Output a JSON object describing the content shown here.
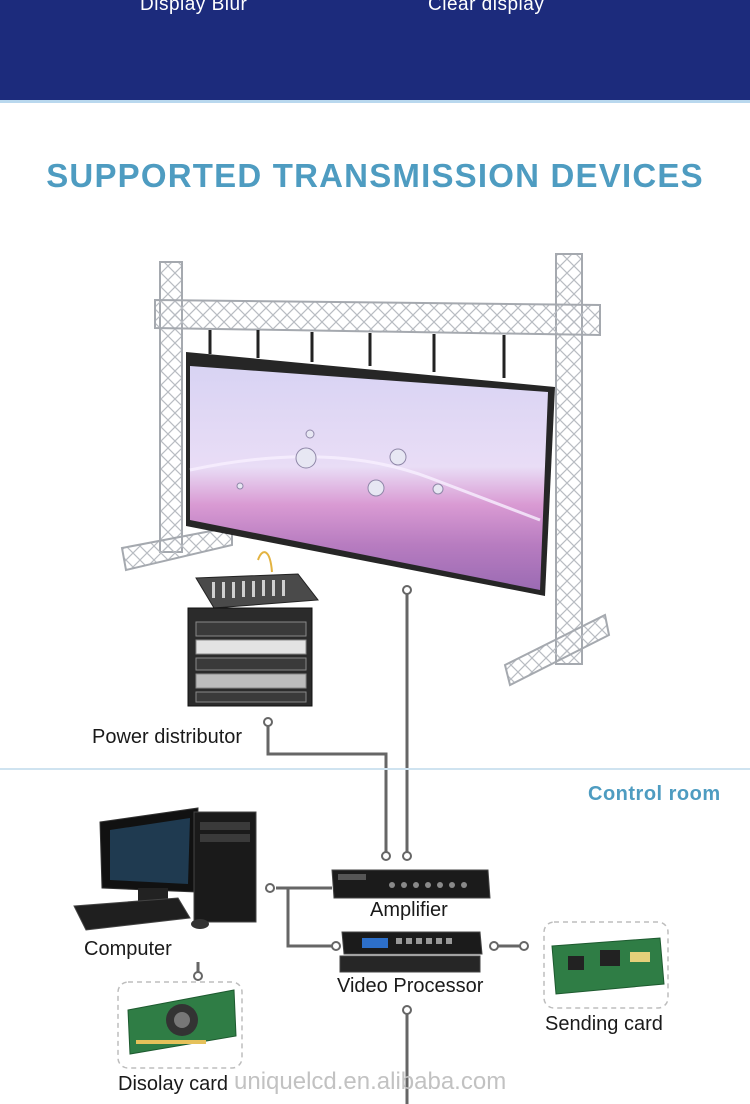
{
  "header": {
    "left_label": "Display Blur",
    "right_label": "Clear display"
  },
  "section": {
    "title": "SUPPORTED TRANSMISSION DEVICES",
    "control_room_label": "Control room"
  },
  "devices": {
    "power_distributor": "Power distributor",
    "amplifier": "Amplifier",
    "computer": "Computer",
    "video_processor": "Video Processor",
    "sending_card": "Sending card",
    "display_card": "Disolay card"
  },
  "watermark": "uniquelcd.en.alibaba.com",
  "colors": {
    "header_bg": "#1c2b7c",
    "title": "#4e9cc1",
    "connector": "#666666"
  }
}
